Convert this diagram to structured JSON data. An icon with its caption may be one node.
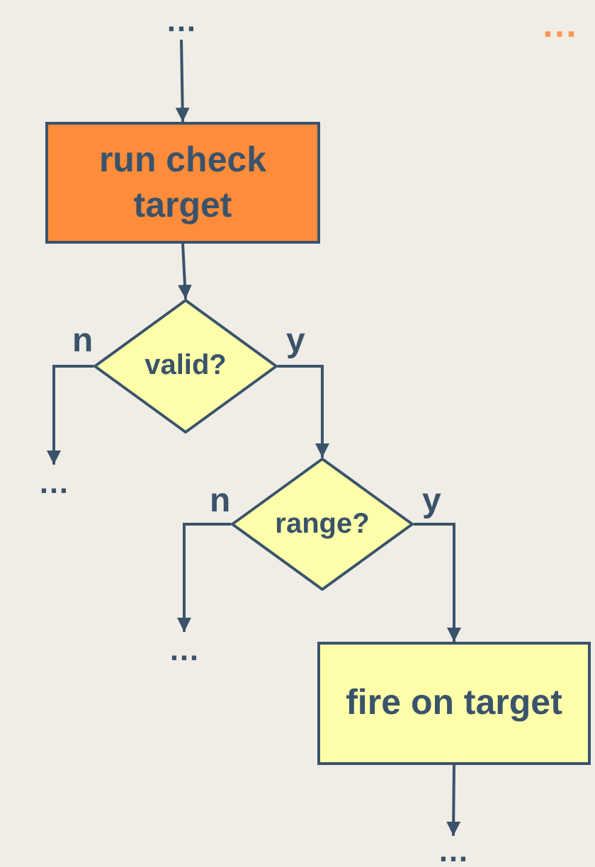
{
  "diagram": {
    "nodes": [
      {
        "text": [
          "…"
        ]
      },
      {
        "text": [
          "run check target"
        ]
      },
      {
        "text": [
          "valid?"
        ]
      },
      {
        "text": [
          "…"
        ]
      },
      {
        "text": [
          "range?"
        ]
      },
      {
        "text": [
          "…"
        ]
      },
      {
        "text": [
          "fire on target"
        ]
      },
      {
        "text": [
          "…"
        ]
      }
    ],
    "edges": [
      {
        "from": 0,
        "to": 1,
        "arrow": "to"
      },
      {
        "from": 1,
        "to": 2,
        "arrow": "to"
      },
      {
        "from": 2,
        "to": 3,
        "label": "n",
        "arrow": "to"
      },
      {
        "from": 2,
        "to": 4,
        "label": "y",
        "arrow": "to"
      },
      {
        "from": 4,
        "to": 5,
        "label": "n",
        "arrow": "to"
      },
      {
        "from": 4,
        "to": 6,
        "label": "y",
        "arrow": "to"
      },
      {
        "from": 6,
        "to": 7,
        "arrow": "to"
      }
    ],
    "labels": [
      "…"
    ]
  }
}
